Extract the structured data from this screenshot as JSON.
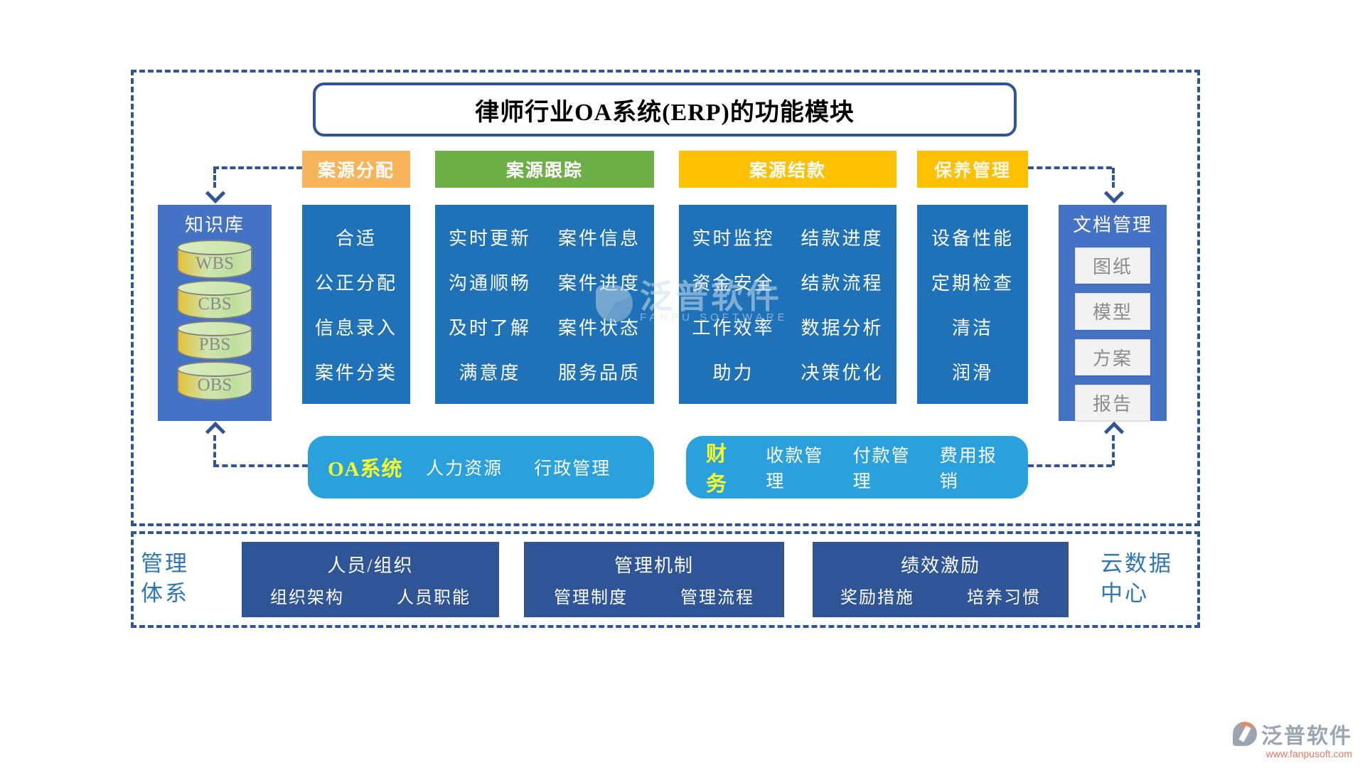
{
  "title": "律师行业OA系统(ERP)的功能模块",
  "colors": {
    "frame_dash": "#2F5597",
    "panel_blue": "#4472C4",
    "column_blue": "#1F72B8",
    "oa_blue": "#2AA1DC",
    "bottom_blue": "#2F5597",
    "header_orange": "#F8B45B",
    "header_green": "#6DAE47",
    "header_gold": "#FEC002",
    "accent_yellow": "#F6FF2A",
    "side_text_blue": "#2E75B6"
  },
  "headers": [
    {
      "label": "案源分配"
    },
    {
      "label": "案源跟踪"
    },
    {
      "label": "案源结款"
    },
    {
      "label": "保养管理"
    }
  ],
  "knowledge_base": {
    "title": "知识库",
    "items": [
      "WBS",
      "CBS",
      "PBS",
      "OBS"
    ]
  },
  "document_mgmt": {
    "title": "文档管理",
    "items": [
      "图纸",
      "模型",
      "方案",
      "报告"
    ]
  },
  "columns": [
    {
      "name": "案源分配",
      "items": [
        "合适",
        "公正分配",
        "信息录入",
        "案件分类"
      ]
    },
    {
      "name": "案源跟踪",
      "left": [
        "实时更新",
        "沟通顺畅",
        "及时了解",
        "满意度"
      ],
      "right": [
        "案件信息",
        "案件进度",
        "案件状态",
        "服务品质"
      ]
    },
    {
      "name": "案源结款",
      "left": [
        "实时监控",
        "资金安全",
        "工作效率",
        "助力"
      ],
      "right": [
        "结款进度",
        "结款流程",
        "数据分析",
        "决策优化"
      ]
    },
    {
      "name": "保养管理",
      "items": [
        "设备性能",
        "定期检查",
        "清洁",
        "润滑"
      ]
    }
  ],
  "oa_row": {
    "oa": {
      "label": "OA系统",
      "items": [
        "人力资源",
        "行政管理"
      ]
    },
    "finance": {
      "label": "财务",
      "items": [
        "收款管理",
        "付款管理",
        "费用报销"
      ]
    }
  },
  "bottom": {
    "left_label": [
      "管理",
      "体系"
    ],
    "right_label": [
      "云数据",
      "中心"
    ],
    "boxes": [
      {
        "title": "人员/组织",
        "items": [
          "组织架构",
          "人员职能"
        ]
      },
      {
        "title": "管理机制",
        "items": [
          "管理制度",
          "管理流程"
        ]
      },
      {
        "title": "绩效激励",
        "items": [
          "奖励措施",
          "培养习惯"
        ]
      }
    ]
  },
  "watermark": {
    "text": "泛普软件",
    "subtext": "FANPU SOFTWARE"
  },
  "logo": {
    "name": "泛普软件",
    "url": "www.fanpusoft.com"
  }
}
